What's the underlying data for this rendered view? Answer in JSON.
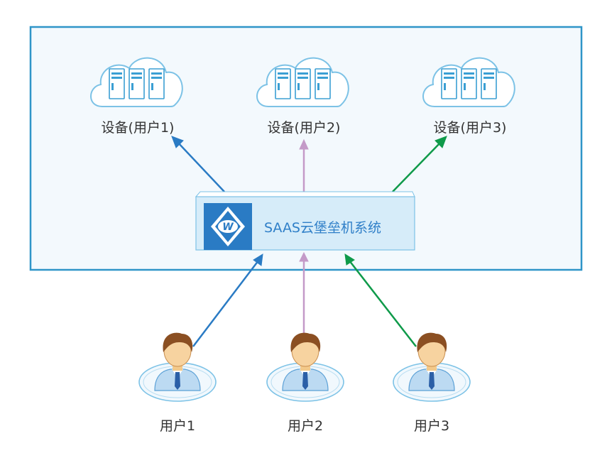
{
  "system": {
    "label": "SAAS云堡垒机系统",
    "logo_icon": "w-logo-icon"
  },
  "devices": [
    {
      "label": "设备(用户1)",
      "icon": "cloud-server-icon"
    },
    {
      "label": "设备(用户2)",
      "icon": "cloud-server-icon"
    },
    {
      "label": "设备(用户3)",
      "icon": "cloud-server-icon"
    }
  ],
  "users": [
    {
      "label": "用户1",
      "icon": "user-avatar-icon"
    },
    {
      "label": "用户2",
      "icon": "user-avatar-icon"
    },
    {
      "label": "用户3",
      "icon": "user-avatar-icon"
    }
  ],
  "colors": {
    "frame_border": "#2f95c8",
    "frame_fill": "#f3f9fd",
    "link_user1": "#2a7bc4",
    "link_user2": "#c49ac8",
    "link_user3": "#0f9a4a"
  }
}
